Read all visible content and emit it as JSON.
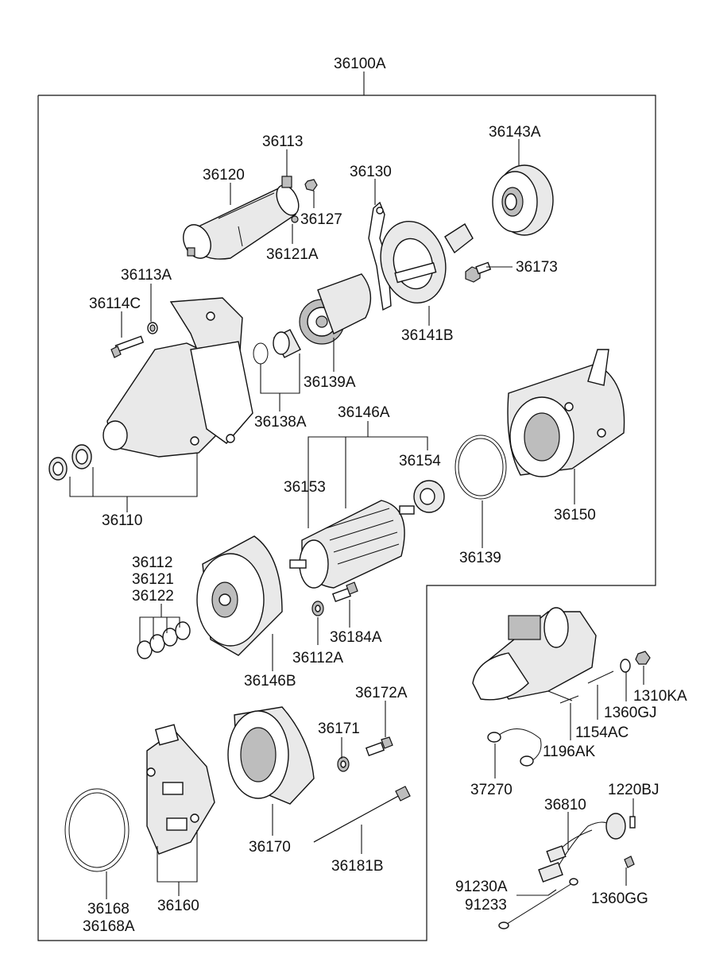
{
  "labels": {
    "assembly": "36100A",
    "p36113": "36113",
    "p36120": "36120",
    "p36127": "36127",
    "p36121A": "36121A",
    "p36130": "36130",
    "p36143A": "36143A",
    "p36173": "36173",
    "p36141B": "36141B",
    "p36113A": "36113A",
    "p36114C": "36114C",
    "p36139A": "36139A",
    "p36138A": "36138A",
    "p36146A": "36146A",
    "p36154": "36154",
    "p36153": "36153",
    "p36150": "36150",
    "p36110": "36110",
    "p36139": "36139",
    "p36112": "36112",
    "p36121": "36121",
    "p36122": "36122",
    "p36184A": "36184A",
    "p36112A": "36112A",
    "p36146B": "36146B",
    "p36172A": "36172A",
    "p36171": "36171",
    "p36170": "36170",
    "p36181B": "36181B",
    "p36168": "36168",
    "p36168A": "36168A",
    "p36160": "36160",
    "p1310KA": "1310KA",
    "p1360GJ": "1360GJ",
    "p1154AC": "1154AC",
    "p1196AK": "1196AK",
    "p37270": "37270",
    "p1220BJ": "1220BJ",
    "p36810": "36810",
    "p91230A": "91230A",
    "p91233": "91233",
    "p1360GG": "1360GG"
  }
}
